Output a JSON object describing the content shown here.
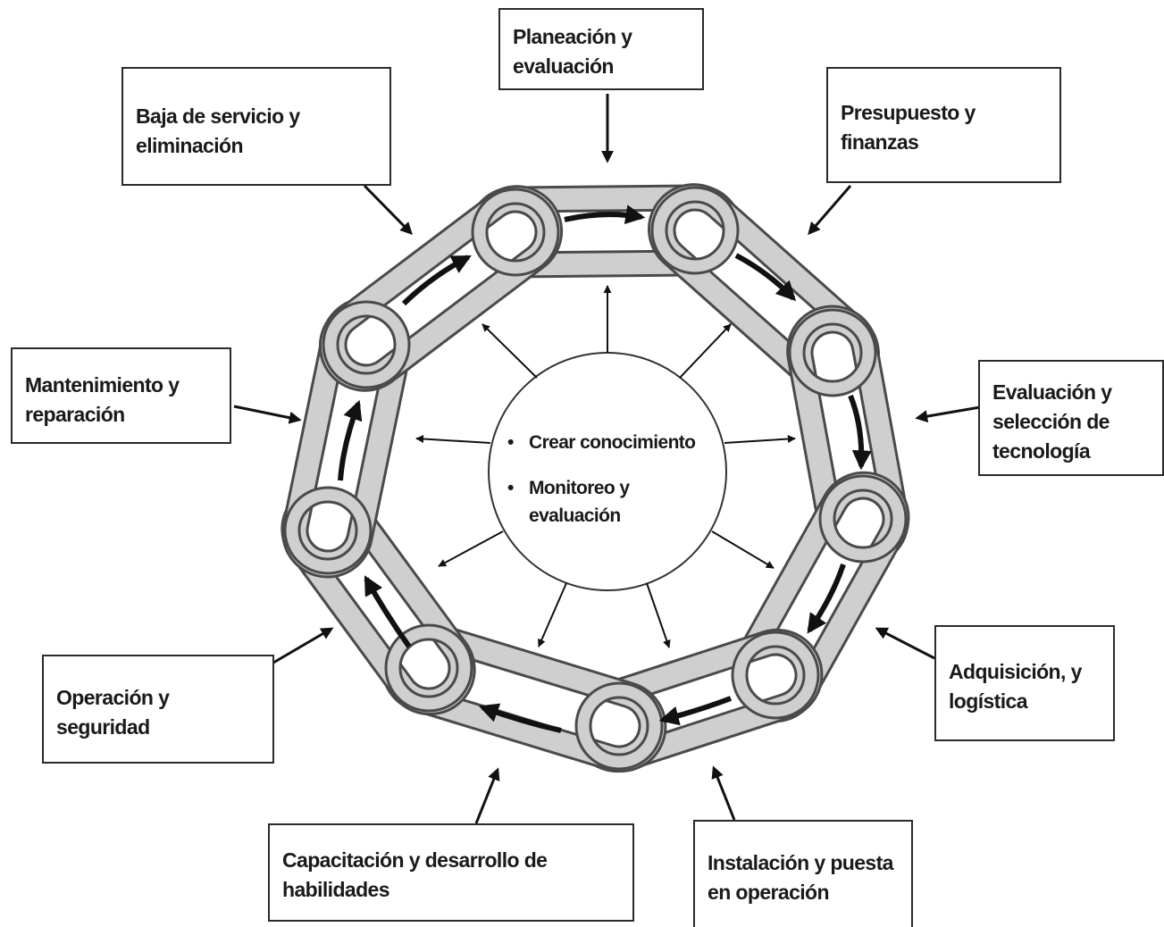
{
  "stages": {
    "planeacion": [
      "Planeación y",
      "evaluación"
    ],
    "presupuesto": [
      "Presupuesto y",
      "finanzas"
    ],
    "evaluacion_tecnologia": [
      "Evaluación y",
      "selección de",
      "tecnología"
    ],
    "adquisicion": [
      "Adquisición, y",
      "logística"
    ],
    "instalacion": [
      "Instalación y puesta",
      "en operación"
    ],
    "capacitacion": [
      "Capacitación y desarrollo de",
      "habilidades"
    ],
    "operacion": [
      "Operación y",
      "seguridad"
    ],
    "mantenimiento": [
      "Mantenimiento y",
      "reparación"
    ],
    "baja": [
      "Baja de servicio y",
      "eliminación"
    ]
  },
  "center": {
    "bullet": "•",
    "item1": "Crear conocimiento",
    "item2_line1": "Monitoreo y",
    "item2_line2": "evaluación"
  },
  "colors": {
    "link_fill": "#cfcfcf",
    "link_stroke": "#4a4a4a",
    "arrow": "#111111"
  }
}
